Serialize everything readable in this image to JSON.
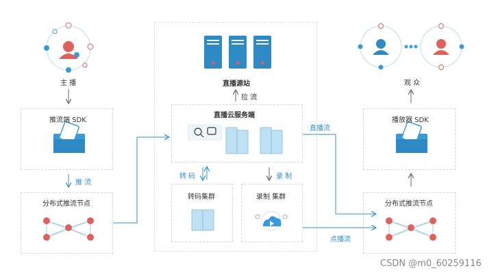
{
  "labels": {
    "anchor": "主 播",
    "push_sdk": "推流端 SDK",
    "push_stream": "推 流",
    "dist_node_left": "分布式推流节点",
    "live_source": "直播源站",
    "pull_stream": "拉 流",
    "live_cloud": "直播云服务端",
    "transcode": "转 码",
    "record": "录 制",
    "transcode_cluster": "转码集群",
    "storage_cluster": "录制 集群",
    "live_stream": "直播流",
    "on_demand_stream": "点播流",
    "audience": "观 众",
    "player_sdk": "播放器 SDK",
    "dist_node_right": "分布式推流节点"
  },
  "watermark": "CSDN @m0_60259116",
  "colors": {
    "accent": "#2f8fc7",
    "node_red": "#e0605a",
    "server_blue": "#2d8ac4",
    "folder_blue": "#3a9ad9",
    "dash": "#cfd8dc"
  }
}
